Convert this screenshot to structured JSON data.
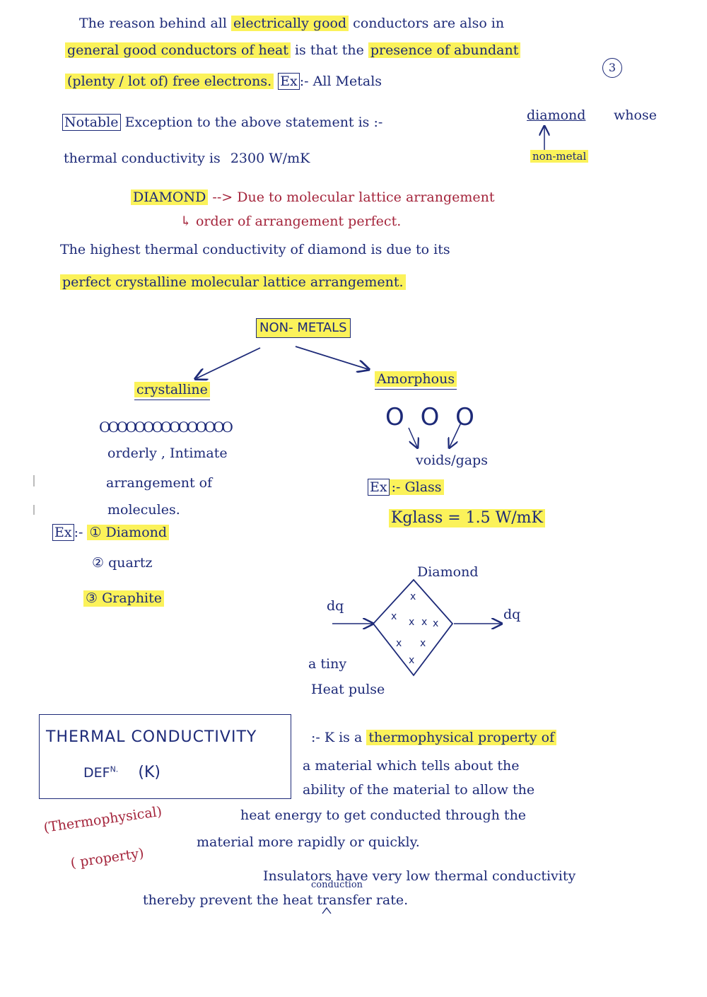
{
  "para1": {
    "line1_a": "The reason behind all",
    "line1_hl": "electrically good",
    "line1_b": "conductors are also in",
    "line2_hl1": "general good conductors of heat",
    "line2_b": "is that the",
    "line2_hl2": "presence of abundant",
    "line3_hl": "(plenty / lot of) free electrons.",
    "line3_ex": "Ex",
    "line3_b": ":- All Metals",
    "circle_num": "3"
  },
  "exception": {
    "notable": "Notable",
    "text1": "Exception to the above statement is :-",
    "diamond": "diamond",
    "whose": "whose",
    "text2": "thermal conductivity is",
    "value": "2300 W/mK",
    "nonmetal": "non-metal"
  },
  "diamond_note": {
    "title": "DIAMOND",
    "arrow": "-->",
    "reason": "Due to molecular lattice arrangement",
    "order": "↳ order of arrangement perfect.",
    "line1": "The highest thermal conductivity of diamond is due to its",
    "line2_hl": "perfect crystalline molecular lattice arrangement."
  },
  "nonmetals": {
    "title": "NON- METALS",
    "crystalline": {
      "label": "crystalline",
      "lattice": "OOOOOOOOOOOOOOO",
      "desc1": "orderly , Intimate",
      "desc2": "arrangement of",
      "desc3": "molecules.",
      "ex": "Ex",
      "ex_sep": ":-",
      "items": [
        "① Diamond",
        "② quartz",
        "③ Graphite"
      ]
    },
    "amorphous": {
      "label": "Amorphous",
      "circles": "O  O  O",
      "voids": "voids/gaps",
      "ex": "Ex",
      "ex_text": ":- Glass",
      "k_glass": "Kglass = 1.5 W/mK"
    }
  },
  "diagram": {
    "diamond_label": "Diamond",
    "dq_in": "dq",
    "dq_out": "dq",
    "pulse1": "a tiny",
    "pulse2": "Heat pulse"
  },
  "definition": {
    "box_line1": "THERMAL CONDUCTIVITY",
    "box_line2a": "DEF",
    "box_line2b": "N.",
    "box_line2c": "(K)",
    "red1": "(Thermophysical)",
    "red2": "( property)",
    "line1_a": ":- K is a",
    "line1_hl": "thermophysical property of",
    "line2": "a material which tells about the",
    "line3": "ability of the material to allow the",
    "line4": "heat energy to get conducted through the",
    "line5": "material more rapidly or quickly.",
    "ins1": "Insulators have very low thermal conductivity",
    "ins_caret": "conduction",
    "ins2": "thereby prevent the heat transfer rate."
  }
}
